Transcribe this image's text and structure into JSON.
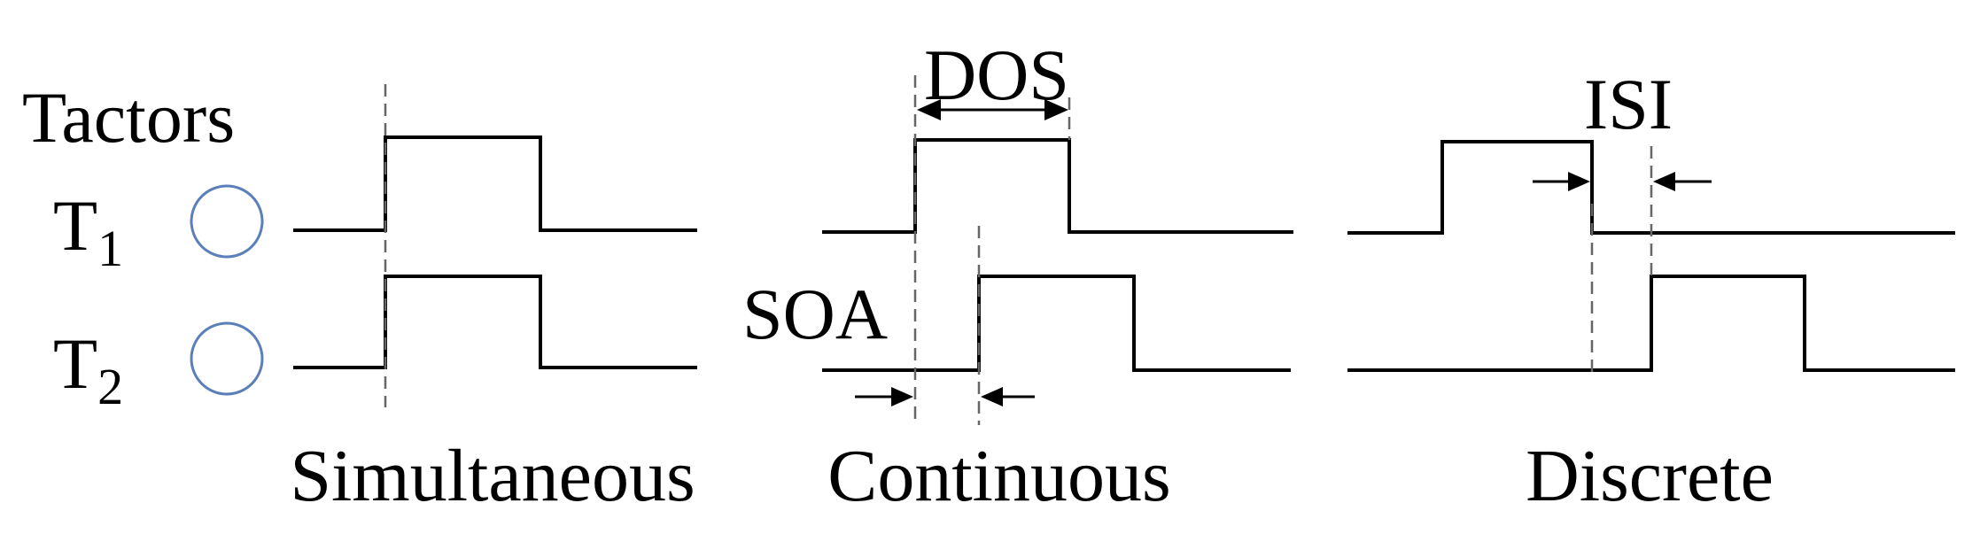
{
  "labels": {
    "tactors": "Tactors",
    "t1_letter": "T",
    "t1_sub": "1",
    "t2_letter": "T",
    "t2_sub": "2",
    "dos": "DOS",
    "isi": "ISI",
    "soa": "SOA"
  },
  "panels": [
    {
      "caption": "Simultaneous"
    },
    {
      "caption": "Continuous"
    },
    {
      "caption": "Discrete"
    }
  ]
}
